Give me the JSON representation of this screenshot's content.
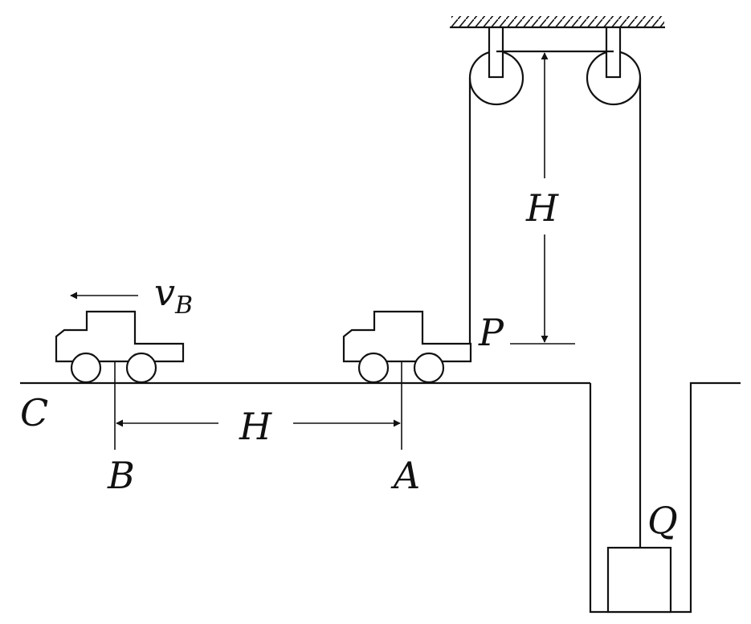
{
  "labels": {
    "velocity": "v",
    "velocity_subscript": "B",
    "height": "H",
    "distance": "H",
    "point_p": "P",
    "point_q": "Q",
    "point_a": "A",
    "point_b": "B",
    "point_c": "C"
  },
  "colors": {
    "stroke": "#111111",
    "background": "#ffffff"
  }
}
